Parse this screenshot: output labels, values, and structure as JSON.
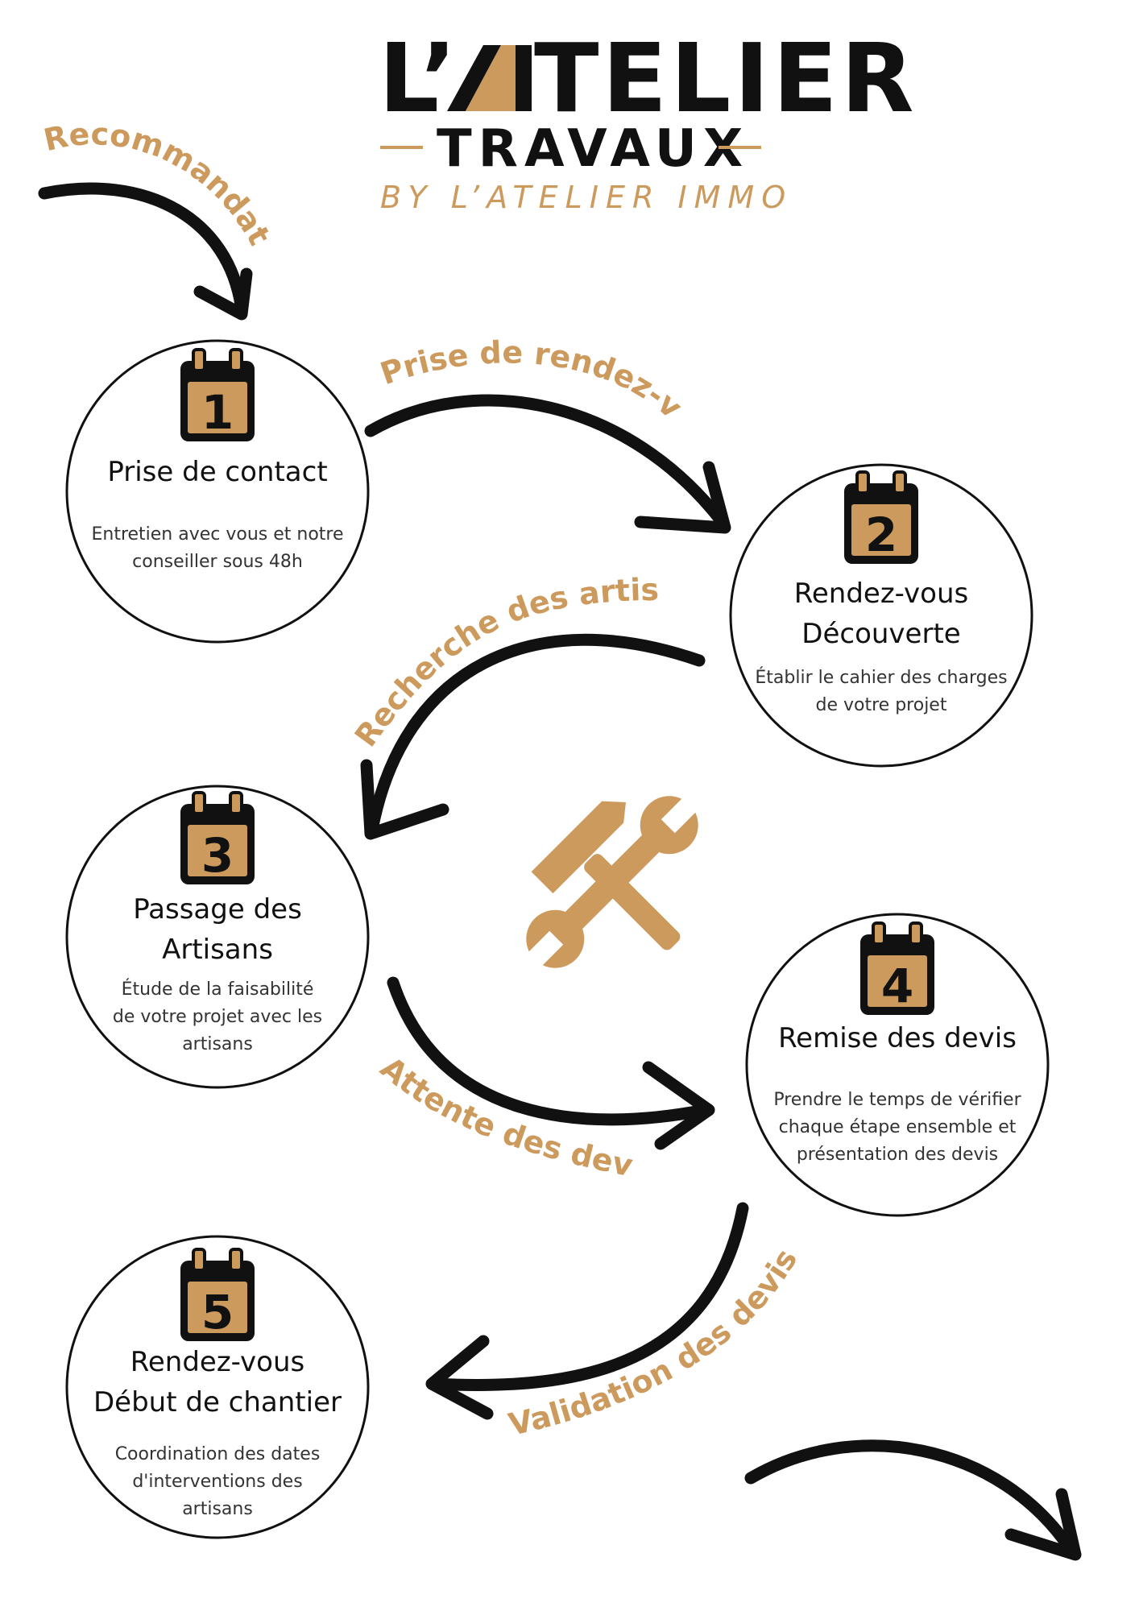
{
  "logo": {
    "line1_prefix": "L’",
    "line1_rest": "TELIER",
    "line2": "TRAVAUX",
    "line3": "BY L’ATELIER IMMO"
  },
  "labels": {
    "recommandation": "Recommandation",
    "prise_rdv": "Prise de rendez-vous",
    "recherche": "Recherche des artisans",
    "attente": "Attente des devis",
    "validation": "Validation des devis"
  },
  "steps": [
    {
      "number": "1",
      "title_lines": [
        "Prise de contact"
      ],
      "desc_lines": [
        "Entretien avec vous et notre",
        "conseiller sous 48h"
      ]
    },
    {
      "number": "2",
      "title_lines": [
        "Rendez-vous",
        "Découverte"
      ],
      "desc_lines": [
        "Établir le cahier des charges",
        "de votre projet"
      ]
    },
    {
      "number": "3",
      "title_lines": [
        "Passage des",
        "Artisans"
      ],
      "desc_lines": [
        "Étude de la faisabilité",
        "de votre projet avec les",
        "artisans"
      ]
    },
    {
      "number": "4",
      "title_lines": [
        "Remise des devis"
      ],
      "desc_lines": [
        "Prendre le temps de vérifier",
        "chaque étape ensemble et",
        "présentation des devis"
      ]
    },
    {
      "number": "5",
      "title_lines": [
        "Rendez-vous",
        "Début de chantier"
      ],
      "desc_lines": [
        "Coordination des dates",
        "d'interventions des",
        "artisans"
      ]
    }
  ],
  "icons": {
    "calendar": "calendar-icon",
    "tools": "wrench-hammer-icon",
    "arrow": "curved-arrow-icon"
  },
  "colors": {
    "gold": "#cc9a5c",
    "black": "#111111",
    "background": "#ffffff"
  }
}
